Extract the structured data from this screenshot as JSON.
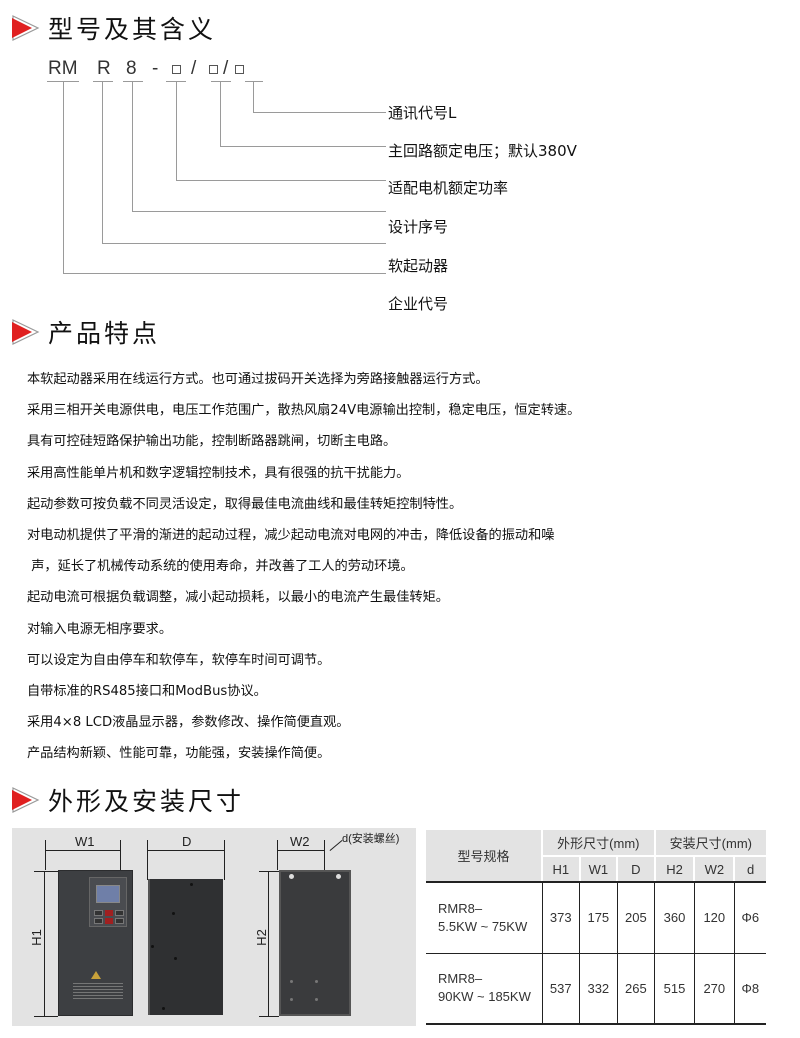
{
  "sections": {
    "model": {
      "title": "型号及其含义"
    },
    "features": {
      "title": "产品特点"
    },
    "dimensions": {
      "title": "外形及安装尺寸"
    }
  },
  "model_code": {
    "parts": [
      "RM",
      "R",
      "8",
      "-",
      "□",
      "/",
      "□",
      "/",
      "□"
    ],
    "labels": [
      "通讯代号L",
      "主回路额定电压；默认380V",
      "适配电机额定功率",
      "设计序号",
      "软起动器",
      "企业代号"
    ]
  },
  "features": [
    "本软起动器采用在线运行方式。也可通过拔码开关选择为旁路接触器运行方式。",
    "采用三相开关电源供电，电压工作范围广，散热风扇24V电源输出控制，稳定电压，恒定转速。",
    "具有可控硅短路保护输出功能，控制断路器跳闸，切断主电路。",
    "采用高性能单片机和数字逻辑控制技术，具有很强的抗干扰能力。",
    "起动参数可按负载不同灵活设定，取得最佳电流曲线和最佳转矩控制特性。",
    "对电动机提供了平滑的渐进的起动过程，减少起动电流对电网的冲击，降低设备的振动和噪",
    " 声，延长了机械传动系统的使用寿命，并改善了工人的劳动环境。",
    "起动电流可根据负载调整，减小起动损耗，以最小的电流产生最佳转矩。",
    "对输入电源无相序要求。",
    "可以设定为自由停车和软停车，软停车时间可调节。",
    "自带标准的RS485接口和ModBus协议。",
    "采用4×8 LCD液晶显示器，参数修改、操作简便直观。",
    "产品结构新颖、性能可靠，功能强，安装操作简便。"
  ],
  "drawing": {
    "labels": {
      "w1": "W1",
      "h1": "H1",
      "d": "D",
      "w2": "W2",
      "h2": "H2",
      "screw": "d(安装螺丝)"
    }
  },
  "table": {
    "header": {
      "model": "型号规格",
      "outer_group": "外形尺寸(mm)",
      "install_group": "安装尺寸(mm)",
      "cols": [
        "H1",
        "W1",
        "D",
        "H2",
        "W2",
        "d"
      ]
    },
    "rows": [
      {
        "model_line1": "RMR8–",
        "model_line2": "5.5KW ~ 75KW",
        "values": [
          "373",
          "175",
          "205",
          "360",
          "120",
          "Φ6"
        ]
      },
      {
        "model_line1": "RMR8–",
        "model_line2": "90KW ~ 185KW",
        "values": [
          "537",
          "332",
          "265",
          "515",
          "270",
          "Φ8"
        ]
      }
    ]
  },
  "colors": {
    "accent_red": "#e02020",
    "panel_gray": "#e3e3e3",
    "line_gray": "#9a9a9a"
  }
}
